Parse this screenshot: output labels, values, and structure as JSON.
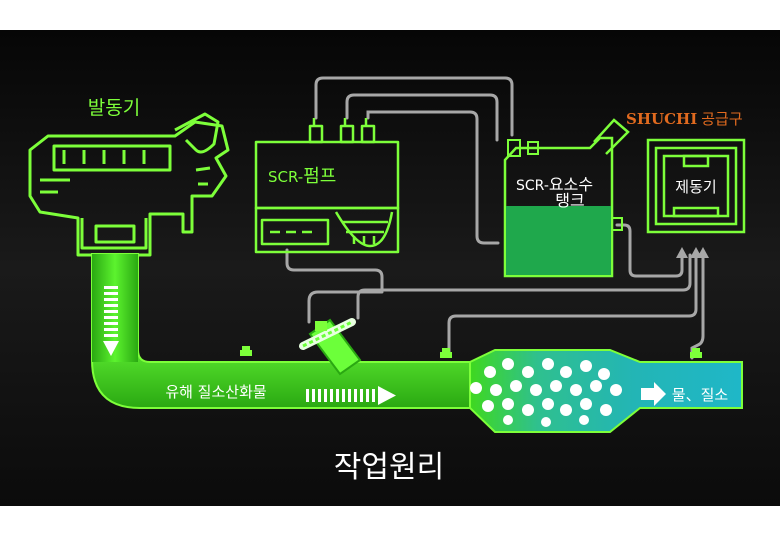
{
  "labels": {
    "engine": "발동기",
    "scr_prefix": "SCR-",
    "pump": "펌프",
    "urea": "요소수",
    "tank": "탱크",
    "brand": "SHUCHI",
    "supply": "공급구",
    "controller": "제동기",
    "harmful": "유해 질소산화물",
    "output": "물、질소",
    "title": "작업원리"
  },
  "colors": {
    "neon_green": "#7dff3a",
    "pipe_green": "#3fd81f",
    "tank_fill": "#1fa84c",
    "catalyst": "#2fb8ad",
    "lines": "#a7a7a7",
    "brand": "#e06a1f",
    "background": "#111111"
  }
}
